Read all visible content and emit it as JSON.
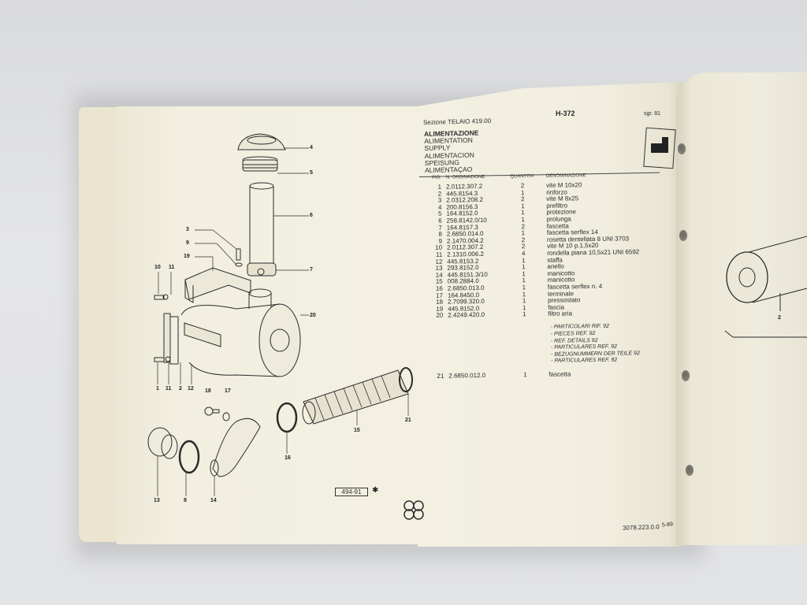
{
  "header": {
    "section": "Sezione TELAIO 419.00",
    "page_code": "H-372",
    "group": "sgr. 81"
  },
  "titles": [
    "ALIMENTAZIONE",
    "ALIMENTATION",
    "SUPPLY",
    "ALIMENTACION",
    "SPEISUNG",
    "ALIMENTAÇAO"
  ],
  "table": {
    "columns": {
      "fig": "FIG.",
      "number": "N. ORDINAZIONE",
      "qty": "QUANTITA'",
      "description": "DENOMINAZIONE"
    },
    "rows": [
      {
        "fig": "1",
        "number": "2.0112.307.2",
        "qty": "2",
        "description": "vite M 10x20"
      },
      {
        "fig": "2",
        "number": "445.8154.3",
        "qty": "1",
        "description": "rinforzo"
      },
      {
        "fig": "3",
        "number": "2.0312.208.2",
        "qty": "2",
        "description": "vite M 8x25"
      },
      {
        "fig": "4",
        "number": "200.8156.3",
        "qty": "1",
        "description": "prefiltro"
      },
      {
        "fig": "5",
        "number": "164.8152.0",
        "qty": "1",
        "description": "protezione"
      },
      {
        "fig": "6",
        "number": "258.8142.0/10",
        "qty": "1",
        "description": "prolunga"
      },
      {
        "fig": "7",
        "number": "164.8157.3",
        "qty": "2",
        "description": "fascetta"
      },
      {
        "fig": "8",
        "number": "2.6850.014.0",
        "qty": "1",
        "description": "fascetta serflex 14"
      },
      {
        "fig": "9",
        "number": "2.1470.004.2",
        "qty": "2",
        "description": "rosetta dentellata 8 UNI 3703"
      },
      {
        "fig": "10",
        "number": "2.0112.307.2",
        "qty": "2",
        "description": "vite M 10 p.1,5x20"
      },
      {
        "fig": "11",
        "number": "2.1310.006.2",
        "qty": "4",
        "description": "rondella piana 10,5x21 UNI 6592"
      },
      {
        "fig": "12",
        "number": "445.8153.2",
        "qty": "1",
        "description": "staffa"
      },
      {
        "fig": "13",
        "number": "293.8152.0",
        "qty": "1",
        "description": "anello"
      },
      {
        "fig": "14",
        "number": "445.8151.3/10",
        "qty": "1",
        "description": "manicotto"
      },
      {
        "fig": "15",
        "number": "008.2884.0",
        "qty": "1",
        "description": "manicotto"
      },
      {
        "fig": "16",
        "number": "2.6850.013.0",
        "qty": "1",
        "description": "fascetta serflex n. 4"
      },
      {
        "fig": "17",
        "number": "164.8450.0",
        "qty": "1",
        "description": "terminale"
      },
      {
        "fig": "18",
        "number": "2.7099.320.0",
        "qty": "1",
        "description": "pressostato"
      },
      {
        "fig": "19",
        "number": "445.8152.0",
        "qty": "1",
        "description": "fascia"
      },
      {
        "fig": "20",
        "number": "2.4249.420.0",
        "qty": "1",
        "description": "filtro aria"
      }
    ],
    "notes": [
      "- PARTICOLARI RIF. 92",
      "- PIECES REF. 92",
      "- REF. DETAILS 92",
      "- PARTICULARES REF. 92",
      "- BEZUGNUMMERN DER TEILE 92",
      "- PARTICULARES REF. 92"
    ],
    "extra_row": {
      "fig": "21",
      "number": "2.6850.012.0",
      "qty": "1",
      "description": "fascetta"
    }
  },
  "drawing": {
    "reference": "494-91",
    "marker": "✱",
    "callouts": {
      "c4": "4",
      "c5": "5",
      "c6": "6",
      "c3": "3",
      "c9": "9",
      "c19": "19",
      "c7": "7",
      "c10": "10",
      "c11a": "11",
      "c20": "20",
      "c1": "1",
      "c11b": "11",
      "c2": "2",
      "c12": "12",
      "c18": "18",
      "c17": "17",
      "c21": "21",
      "c15": "15",
      "c16": "16",
      "c13": "13",
      "c8": "8",
      "c14": "14"
    }
  },
  "next_page": {
    "callout": "2"
  },
  "footer": {
    "code": "3078.223.0.0",
    "date": "5-89"
  }
}
